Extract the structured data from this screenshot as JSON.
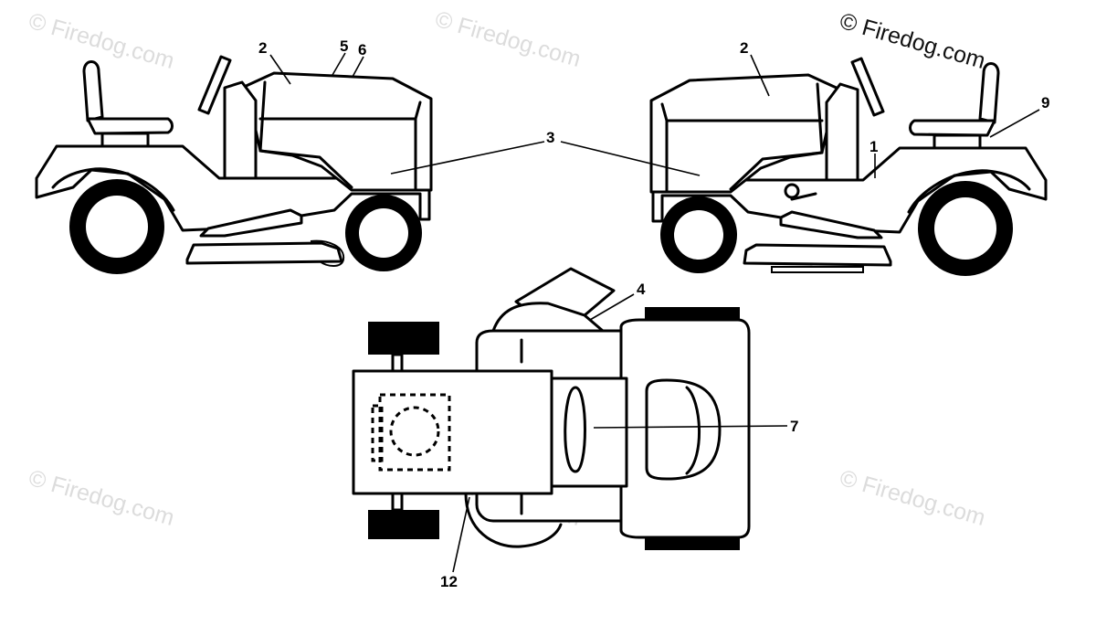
{
  "watermarks": [
    "© Firedog.com",
    "© Firedog.com",
    "© Firedog.com",
    "© Firedog.com",
    "© Firedog.com",
    "© Firedog.com"
  ],
  "callouts": {
    "c1": "1",
    "c2_left": "2",
    "c2_right": "2",
    "c3": "3",
    "c4": "4",
    "c5": "5",
    "c6": "6",
    "c7": "7",
    "c9": "9",
    "c12": "12"
  },
  "colors": {
    "line": "#000000",
    "background": "#ffffff",
    "watermark": "#dcdcdc"
  }
}
